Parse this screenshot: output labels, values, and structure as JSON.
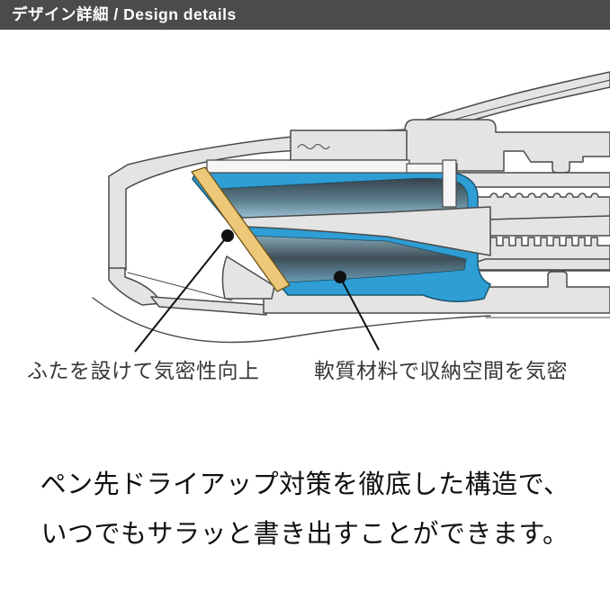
{
  "header": {
    "title": "デザイン詳細 / Design details"
  },
  "diagram": {
    "subject": "pen cap airtight structure cross-section",
    "annotations": [
      {
        "id": "lid-seal",
        "label": "ふたを設けて気密性向上"
      },
      {
        "id": "soft-material",
        "label": "軟質材料で収納空間を気密"
      }
    ],
    "colors": {
      "header_bg": "#4b4b4b",
      "header_text": "#ffffff",
      "body_gray": "#e4e4e4",
      "body_light": "#f5f5f5",
      "outline": "#4a4a4a",
      "soft_material_blue": "#2e9ed5",
      "blue_outline": "#1a5670",
      "lid_yellow": "#ecc878",
      "lid_outline": "#6e5116",
      "interior_dark": "#333e47",
      "interior_light": "#a8cde0",
      "annotation_ink": "#111111",
      "label_text": "#383838",
      "caption_text": "#101010"
    }
  },
  "caption": {
    "line1": "ペン先ドライアップ対策を徹底した構造で、",
    "line2": "いつでもサラッと書き出すことができます。"
  }
}
